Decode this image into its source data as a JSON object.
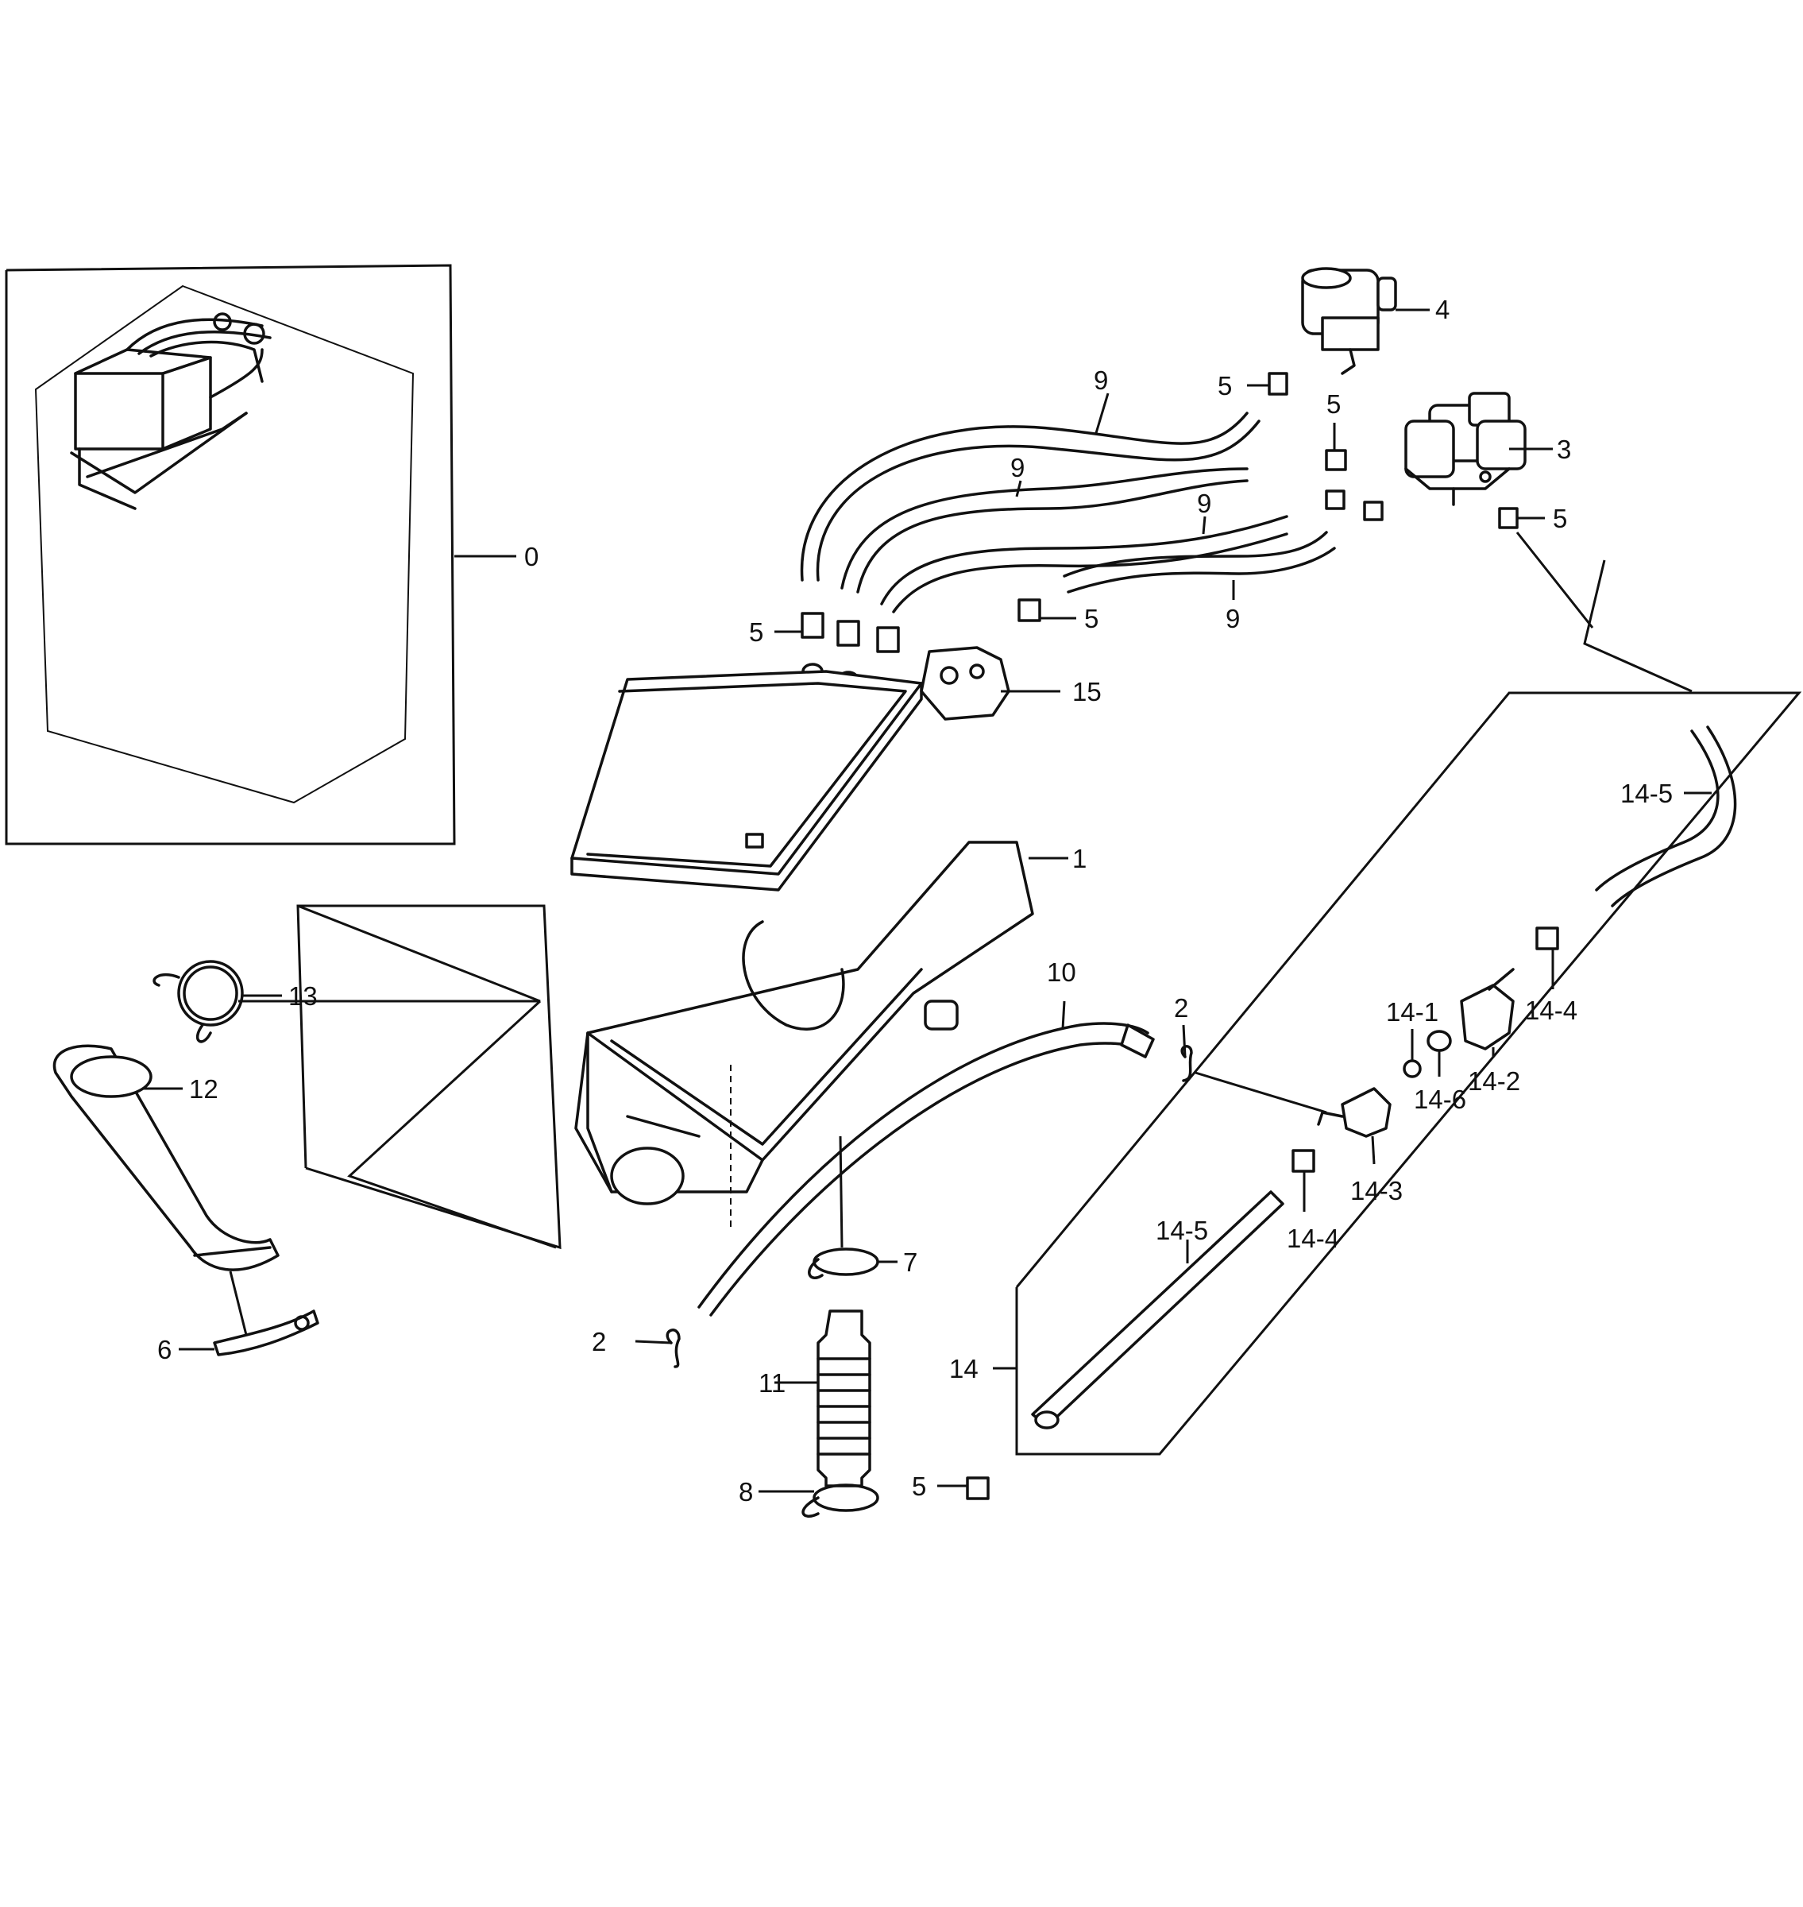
{
  "labels": {
    "l0": "0",
    "l1": "1",
    "l2a": "2",
    "l2b": "2",
    "l3": "3",
    "l4": "4",
    "l5a": "5",
    "l5b": "5",
    "l5c": "5",
    "l5d": "5",
    "l5e": "5",
    "l5f": "5",
    "l6": "6",
    "l7": "7",
    "l8": "8",
    "l9a": "9",
    "l9b": "9",
    "l9c": "9",
    "l9d": "9",
    "l10": "10",
    "l11": "11",
    "l12": "12",
    "l13": "13",
    "l14": "14",
    "l15": "15",
    "l14_1": "14-1",
    "l14_2": "14-2",
    "l14_3": "14-3",
    "l14_4a": "14-4",
    "l14_4b": "14-4",
    "l14_5a": "14-5",
    "l14_5b": "14-5",
    "l14_6": "14-6"
  },
  "colors": {
    "ink": "#111111",
    "paper": "#ffffff"
  }
}
